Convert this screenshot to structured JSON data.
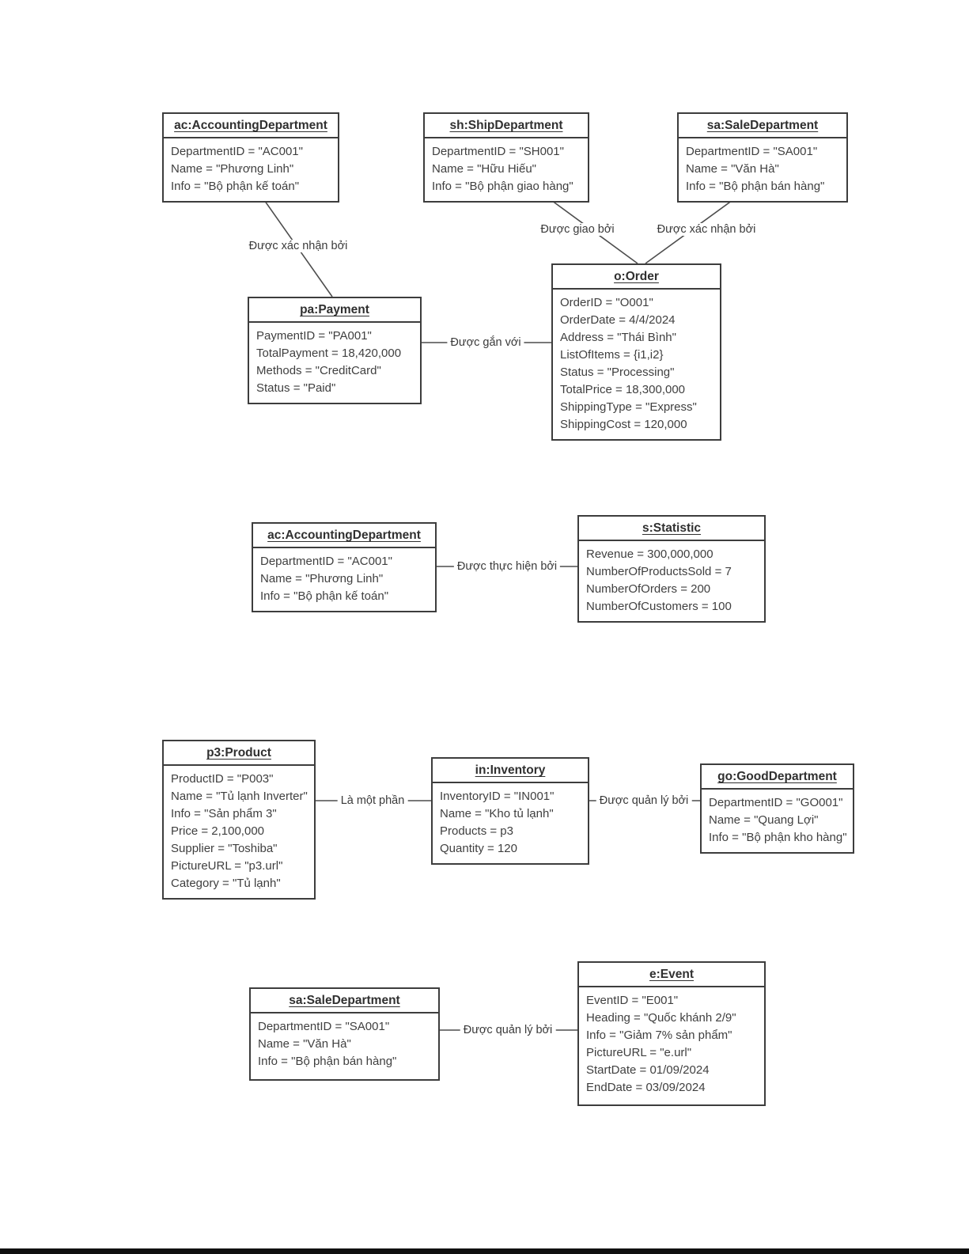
{
  "canvas": {
    "background": "#ffffff",
    "box_border_color": "#3d3d3d",
    "text_color": "#3f3f3f",
    "connector_color": "#4d4d4d",
    "bottom_bar_color": "#101010"
  },
  "boxes": [
    {
      "title": "ac:AccountingDepartment",
      "attributes": [
        "DepartmentID = \"AC001\"",
        "Name = \"Phương Linh\"",
        "Info = \"Bộ phận kế toán\""
      ]
    },
    {
      "title": "sh:ShipDepartment",
      "attributes": [
        "DepartmentID = \"SH001\"",
        "Name = \"Hữu Hiếu\"",
        "Info = \"Bộ phận giao hàng\""
      ]
    },
    {
      "title": "sa:SaleDepartment",
      "attributes": [
        "DepartmentID = \"SA001\"",
        "Name = \"Văn Hà\"",
        "Info = \"Bộ phận bán hàng\""
      ]
    },
    {
      "title": "pa:Payment",
      "attributes": [
        "PaymentID = \"PA001\"",
        "TotalPayment = 18,420,000",
        "Methods = \"CreditCard\"",
        "Status = \"Paid\""
      ]
    },
    {
      "title": "o:Order",
      "attributes": [
        "OrderID = \"O001\"",
        "OrderDate = 4/4/2024",
        "Address = \"Thái Bình\"",
        "ListOfItems = {i1,i2}",
        "Status = \"Processing\"",
        "TotalPrice = 18,300,000",
        "ShippingType = \"Express\"",
        "ShippingCost = 120,000"
      ]
    },
    {
      "title": "ac:AccountingDepartment",
      "attributes": [
        "DepartmentID = \"AC001\"",
        "Name = \"Phương Linh\"",
        "Info = \"Bộ phận kế toán\""
      ]
    },
    {
      "title": "s:Statistic",
      "attributes": [
        "Revenue = 300,000,000",
        "NumberOfProductsSold = 7",
        "NumberOfOrders = 200",
        "NumberOfCustomers = 100"
      ]
    },
    {
      "title": "p3:Product",
      "attributes": [
        "ProductID = \"P003\"",
        "Name = \"Tủ lạnh Inverter\"",
        "Info = \"Sản phẩm 3\"",
        "Price = 2,100,000",
        "Supplier = \"Toshiba\"",
        "PictureURL = \"p3.url\"",
        "Category = \"Tủ lạnh\""
      ]
    },
    {
      "title": "in:Inventory",
      "attributes": [
        "InventoryID = \"IN001\"",
        "Name = \"Kho tủ lạnh\"",
        "Products = p3",
        "Quantity = 120"
      ]
    },
    {
      "title": "go:GoodDepartment",
      "attributes": [
        "DepartmentID = \"GO001\"",
        "Name = \"Quang Lợi\"",
        "Info = \"Bộ phận kho hàng\""
      ]
    },
    {
      "title": "sa:SaleDepartment",
      "attributes": [
        "DepartmentID = \"SA001\"",
        "Name = \"Văn Hà\"",
        "Info = \"Bộ phận bán hàng\""
      ]
    },
    {
      "title": "e:Event",
      "attributes": [
        "EventID = \"E001\"",
        "Heading = \"Quốc khánh 2/9\"",
        "Info = \"Giảm 7% sản phẩm\"",
        "PictureURL = \"e.url\"",
        "StartDate = 01/09/2024",
        "EndDate = 03/09/2024"
      ]
    }
  ],
  "connections": [
    {
      "label": "Được xác nhận bởi",
      "from": "ac:AccountingDepartment",
      "to": "pa:Payment"
    },
    {
      "label": "Được giao bởi",
      "from": "sh:ShipDepartment",
      "to": "o:Order"
    },
    {
      "label": "Được xác nhận bởi",
      "from": "sa:SaleDepartment",
      "to": "o:Order"
    },
    {
      "label": "Được gắn với",
      "from": "pa:Payment",
      "to": "o:Order"
    },
    {
      "label": "Được thực hiện bởi",
      "from": "ac:AccountingDepartment",
      "to": "s:Statistic"
    },
    {
      "label": "Là một phần",
      "from": "p3:Product",
      "to": "in:Inventory"
    },
    {
      "label": "Được quản lý bởi",
      "from": "in:Inventory",
      "to": "go:GoodDepartment"
    },
    {
      "label": "Được quản lý bởi",
      "from": "sa:SaleDepartment",
      "to": "e:Event"
    }
  ]
}
